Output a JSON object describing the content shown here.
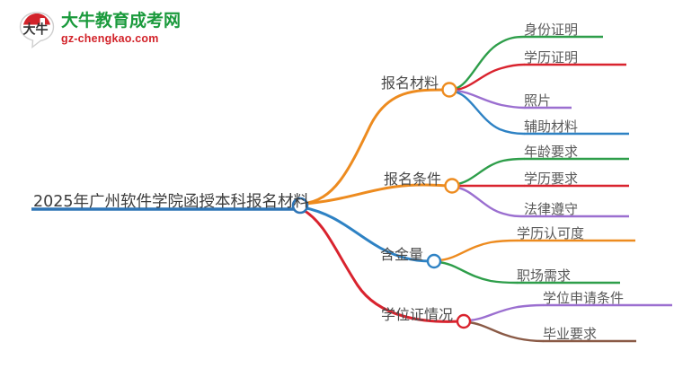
{
  "logo": {
    "mark_text": "大牛",
    "name_cn": "大牛教育成考网",
    "name_en": "gz-chengkao.com",
    "colors": {
      "cn": "#1a9a3c",
      "en": "#d2232a",
      "mark_arc": "#d2232a",
      "mark_text": "#333333"
    }
  },
  "mindmap": {
    "type": "mindmap",
    "root": {
      "label": "2025年广州软件学院函授本科报名材料",
      "node_color": "#2e75b6",
      "underline_color": "#2e75b6"
    },
    "branches": [
      {
        "label": "报名材料",
        "color": "#ed8b1f",
        "node_color": "#ed8b1f",
        "children": [
          {
            "label": "身份证明",
            "color": "#2e9e4a"
          },
          {
            "label": "学历证明",
            "color": "#d9232e"
          },
          {
            "label": "照片",
            "color": "#9b6fd0"
          },
          {
            "label": "辅助材料",
            "color": "#2e82c4"
          }
        ]
      },
      {
        "label": "报名条件",
        "color": "#ed8b1f",
        "node_color": "#ed8b1f",
        "children": [
          {
            "label": "年龄要求",
            "color": "#2e9e4a"
          },
          {
            "label": "学历要求",
            "color": "#d9232e"
          },
          {
            "label": "法律遵守",
            "color": "#9b6fd0"
          }
        ]
      },
      {
        "label": "含金量",
        "color": "#2e82c4",
        "node_color": "#2e82c4",
        "children": [
          {
            "label": "学历认可度",
            "color": "#ed8b1f"
          },
          {
            "label": "职场需求",
            "color": "#2e9e4a"
          }
        ]
      },
      {
        "label": "学位证情况",
        "color": "#d9232e",
        "node_color": "#d9232e",
        "children": [
          {
            "label": "学位申请条件",
            "color": "#9b6fd0"
          },
          {
            "label": "毕业要求",
            "color": "#8a5a46"
          }
        ]
      }
    ]
  }
}
